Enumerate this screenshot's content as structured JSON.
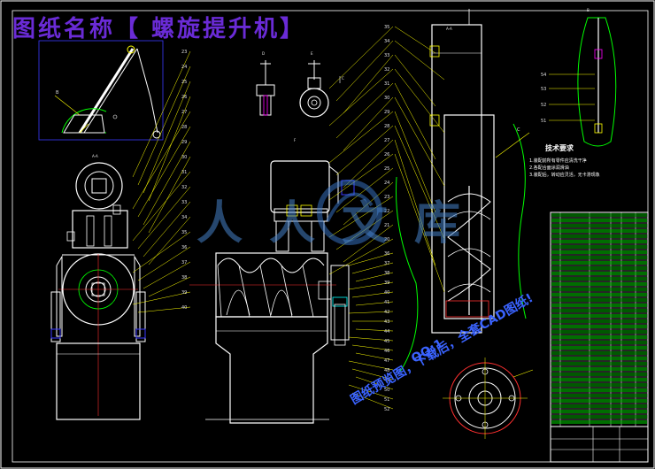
{
  "drawing": {
    "title": "图纸名称【 螺旋提升机】",
    "watermark_logo": "人人文库",
    "watermark_lines": [
      "图纸预览图，下载后，全套CAD图纸!",
      "QQ:1"
    ],
    "tech_requirements_title": "技术要求",
    "tech_requirements": [
      "1.装配前所有零件应清洗干净",
      "2.各配合面涂润滑油",
      "3.装配后，转动应灵活，无卡滞现象"
    ]
  },
  "colors": {
    "background": "#000000",
    "outline": "#ffffff",
    "leader": "#ffff00",
    "callout_text": "#e0e0e0",
    "green_line": "#00ff00",
    "blue_line": "#0000ff",
    "cyan": "#00ffff",
    "magenta": "#ff00ff",
    "title_color": "#6a2bd6",
    "watermark_blue": "#3a63ff"
  },
  "callouts": {
    "left_column": [
      "23",
      "24",
      "25",
      "26",
      "27",
      "28",
      "29",
      "30",
      "31",
      "32",
      "33",
      "34",
      "35",
      "36",
      "37",
      "38",
      "39",
      "40"
    ],
    "middle_column": [
      "35",
      "34",
      "33",
      "32",
      "31",
      "30",
      "29",
      "28",
      "27",
      "26",
      "25",
      "24",
      "23",
      "22",
      "21",
      "20"
    ],
    "right_column": [
      "36",
      "37",
      "38",
      "39",
      "40",
      "41",
      "42",
      "43",
      "44",
      "45",
      "46",
      "47",
      "48",
      "49",
      "50",
      "51",
      "52",
      "53",
      "54"
    ]
  }
}
